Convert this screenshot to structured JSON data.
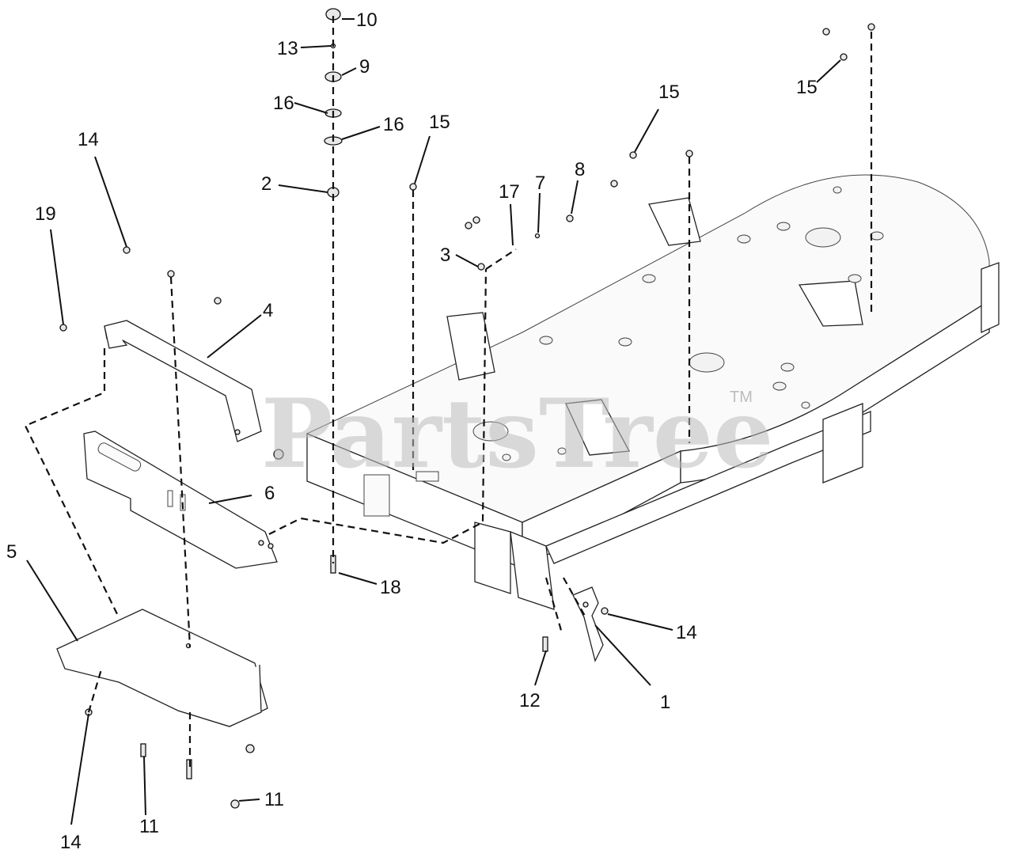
{
  "watermark": {
    "text": "PartsTree",
    "trademark": "TM"
  },
  "callouts": {
    "c10": "10",
    "c13": "13",
    "c9": "9",
    "c16a": "16",
    "c16b": "16",
    "c2": "2",
    "c14_top": "14",
    "c19": "19",
    "c4": "4",
    "c6": "6",
    "c5": "5",
    "c14_bottom": "14",
    "c11_a": "11",
    "c11_b": "11",
    "c18": "18",
    "c15_mid": "15",
    "c17": "17",
    "c7": "7",
    "c8": "8",
    "c3": "3",
    "c15_center": "15",
    "c15_right": "15",
    "c14_right": "14",
    "c12": "12",
    "c1": "1"
  },
  "colors": {
    "line": "#111111",
    "watermark": "#bdbdbd",
    "background": "#ffffff"
  }
}
